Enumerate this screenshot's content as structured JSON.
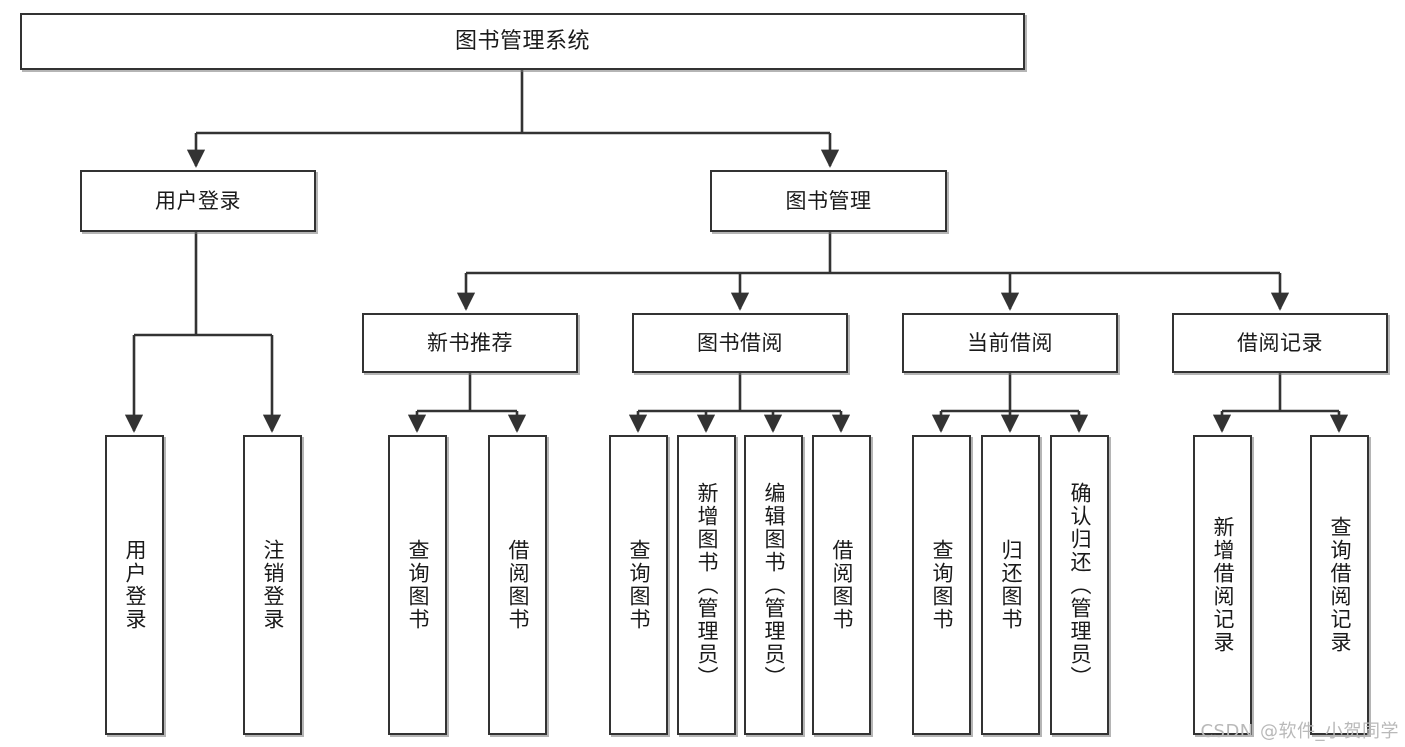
{
  "diagram": {
    "title": "图书管理系统",
    "type": "tree-hierarchy-chart",
    "stroke_color": "#333333",
    "fill_color": "#ffffff",
    "text_color": "#1a1a1a",
    "watermark": "CSDN @软件_小贺同学"
  },
  "nodes": {
    "root": {
      "label": "图书管理系统"
    },
    "level2": [
      {
        "label": "用户登录"
      },
      {
        "label": "图书管理"
      }
    ],
    "level3": [
      {
        "label": "新书推荐"
      },
      {
        "label": "图书借阅"
      },
      {
        "label": "当前借阅"
      },
      {
        "label": "借阅记录"
      }
    ],
    "leaves": {
      "user_login": [
        {
          "label": "用户登录"
        },
        {
          "label": "注销登录"
        }
      ],
      "new_book_recommend": [
        {
          "label": "查询图书"
        },
        {
          "label": "借阅图书"
        }
      ],
      "book_borrow": [
        {
          "label": "查询图书"
        },
        {
          "label": "新增图书（管理员）"
        },
        {
          "label": "编辑图书（管理员）"
        },
        {
          "label": "借阅图书"
        }
      ],
      "current_borrow": [
        {
          "label": "查询图书"
        },
        {
          "label": "归还图书"
        },
        {
          "label": "确认归还（管理员）"
        }
      ],
      "borrow_record": [
        {
          "label": "新增借阅记录"
        },
        {
          "label": "查询借阅记录"
        }
      ]
    }
  },
  "chart_data": {
    "type": "tree",
    "title": "图书管理系统",
    "root": "图书管理系统",
    "edges": [
      [
        "图书管理系统",
        "用户登录"
      ],
      [
        "图书管理系统",
        "图书管理"
      ],
      [
        "用户登录",
        "用户登录"
      ],
      [
        "用户登录",
        "注销登录"
      ],
      [
        "图书管理",
        "新书推荐"
      ],
      [
        "图书管理",
        "图书借阅"
      ],
      [
        "图书管理",
        "当前借阅"
      ],
      [
        "图书管理",
        "借阅记录"
      ],
      [
        "新书推荐",
        "查询图书"
      ],
      [
        "新书推荐",
        "借阅图书"
      ],
      [
        "图书借阅",
        "查询图书"
      ],
      [
        "图书借阅",
        "新增图书（管理员）"
      ],
      [
        "图书借阅",
        "编辑图书（管理员）"
      ],
      [
        "图书借阅",
        "借阅图书"
      ],
      [
        "当前借阅",
        "查询图书"
      ],
      [
        "当前借阅",
        "归还图书"
      ],
      [
        "当前借阅",
        "确认归还（管理员）"
      ],
      [
        "借阅记录",
        "新增借阅记录"
      ],
      [
        "借阅记录",
        "查询借阅记录"
      ]
    ],
    "levels": 4,
    "orientation": "top-down"
  }
}
